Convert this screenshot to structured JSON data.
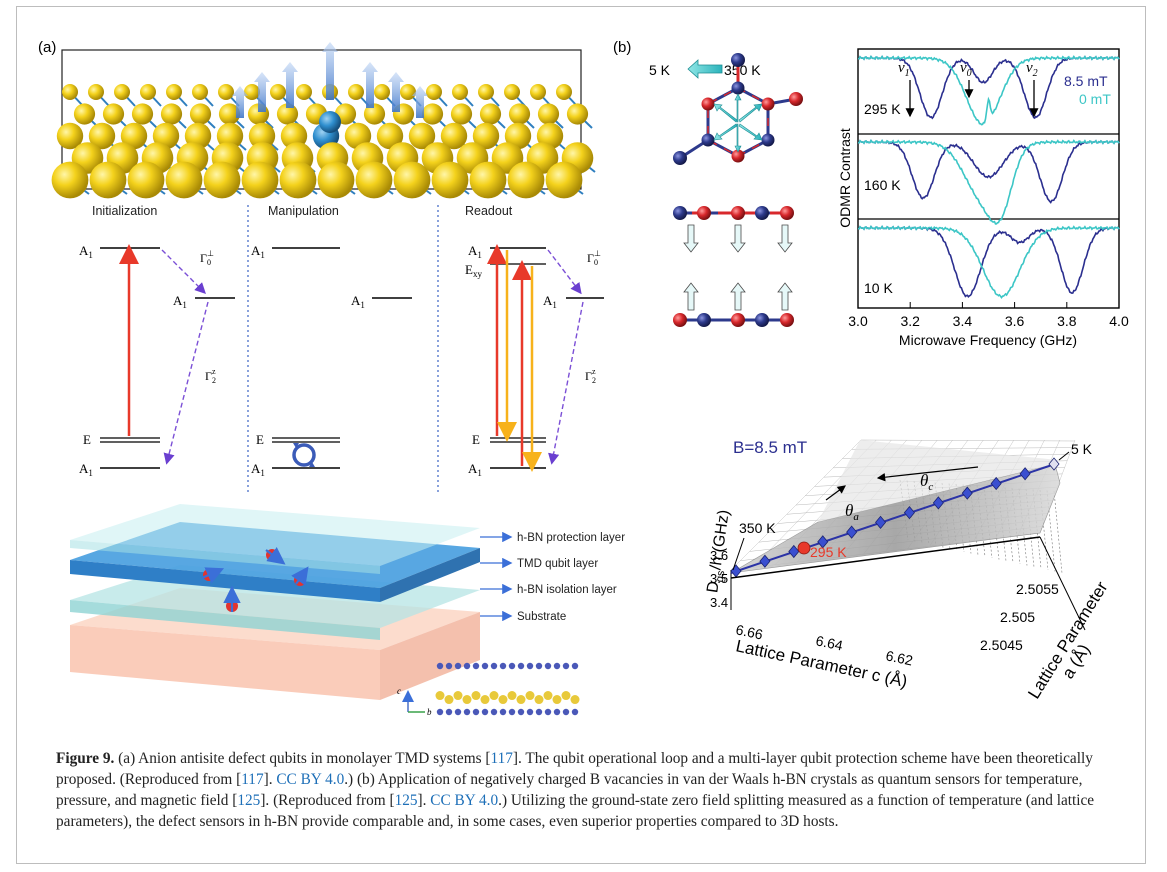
{
  "panel_a": {
    "label": "(a)",
    "stages": [
      "Initialization",
      "Manipulation",
      "Readout"
    ],
    "levels": {
      "a1": "A",
      "a1_sub": "1",
      "e": "E",
      "exy": "E",
      "exy_sub": "xy"
    },
    "rates": {
      "gamma0": "Γ",
      "gamma0_sub": "0",
      "gamma0_sup": "⊥",
      "gamma2": "Γ",
      "gamma2_sub": "2",
      "gamma2_sup": "z"
    },
    "layers": [
      "h-BN protection layer",
      "TMD qubit layer",
      "h-BN isolation layer",
      "Substrate"
    ],
    "axes": {
      "c": "c",
      "b": "b"
    }
  },
  "panel_b": {
    "label": "(b)",
    "temp_arrow": {
      "from": "5 K",
      "to": "350 K"
    },
    "odmr": {
      "ylabel": "ODMR Contrast",
      "xlabel": "Microwave Frequency (GHz)",
      "ticks": [
        "3.0",
        "3.2",
        "3.4",
        "3.6",
        "3.8",
        "4.0"
      ],
      "panels": [
        "295 K",
        "160 K",
        "10 K"
      ],
      "legend": [
        "8.5 mT",
        "0 mT"
      ],
      "peaks": {
        "nu1": "ν",
        "nu1_sub": "1",
        "nu0": "ν",
        "nu0_sub": "0",
        "nu2": "ν",
        "nu2_sub": "2"
      }
    },
    "plot3d": {
      "field": "B=8.5 mT",
      "zlabel": "D",
      "zlabel_sub": "gs",
      "zlabel_rest": "/h (GHz)",
      "zticks": [
        "3.6",
        "3.5",
        "3.4"
      ],
      "cticks": [
        "6.66",
        "6.64",
        "6.62"
      ],
      "aticks": [
        "2.5055",
        "2.505",
        "2.5045"
      ],
      "clabel": "Lattice Parameter c (Å)",
      "alabel1": "Lattice Parameter",
      "alabel2": "a (Å)",
      "t350": "350 K",
      "t295": "295 K",
      "t5": "5 K",
      "theta_a": "θ",
      "theta_a_sub": "a",
      "theta_c": "θ",
      "theta_c_sub": "c"
    }
  },
  "caption": {
    "label": "Figure 9.",
    "t1": " (a) Anion antisite defect qubits in monolayer TMD systems [",
    "r1": "117",
    "t2": "]. The qubit operational loop and a multi-layer qubit protection scheme have been theoretically proposed. (Reproduced from [",
    "r2": "117",
    "t3": "]. ",
    "l1": "CC BY 4.0",
    "t4": ".) (b) Application of negatively charged B vacancies in van der Waals h-BN crystals as quantum sensors for temperature, pressure, and magnetic field [",
    "r3": "125",
    "t5": "]. (Reproduced from [",
    "r4": "125",
    "t6": "]. ",
    "l2": "CC BY 4.0",
    "t7": ".) Utilizing the ground-state zero field splitting measured as a function of temperature (and lattice parameters), the defect sensors in h-BN provide comparable and, in some cases, even superior properties compared to 3D hosts."
  },
  "colors": {
    "red_arrow": "#e8392a",
    "yellow_arrow": "#f7b21b",
    "purple_dash": "#7b4fd6",
    "navy": "#2b2f8f",
    "cyan": "#3cc6c6",
    "boron": "#2d3a8c",
    "nitrogen": "#d8282c",
    "link": "#1d6fb8"
  }
}
